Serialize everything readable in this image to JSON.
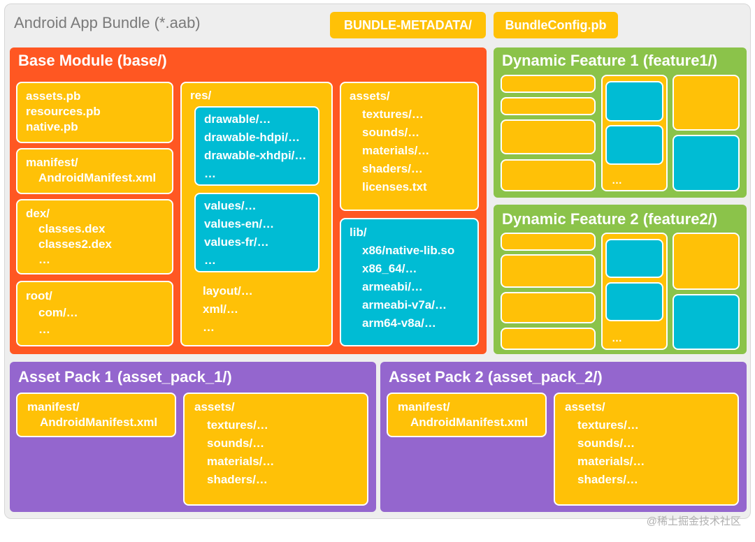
{
  "bundle": {
    "title": "Android App Bundle (*.aab)",
    "tags": [
      "BUNDLE-METADATA/",
      "BundleConfig.pb"
    ]
  },
  "base": {
    "title": "Base Module (base/)",
    "files": [
      "assets.pb",
      "resources.pb",
      "native.pb"
    ],
    "manifest": [
      "manifest/",
      "AndroidManifest.xml"
    ],
    "dex": [
      "dex/",
      "classes.dex",
      "classes2.dex",
      "…"
    ],
    "root": [
      "root/",
      "com/…",
      "…"
    ],
    "res": {
      "label": "res/",
      "drawable": [
        "drawable/…",
        "drawable-hdpi/…",
        "drawable-xhdpi/…",
        "…"
      ],
      "values": [
        "values/…",
        "values-en/…",
        "values-fr/…",
        "…"
      ],
      "other": [
        "layout/…",
        "xml/…",
        "…"
      ]
    },
    "assets": [
      "assets/",
      "textures/…",
      "sounds/…",
      "materials/…",
      "shaders/…",
      "licenses.txt"
    ],
    "lib": [
      "lib/",
      "x86/native-lib.so",
      "x86_64/…",
      "armeabi/…",
      "armeabi-v7a/…",
      "arm64-v8a/…"
    ]
  },
  "feature1": {
    "title": "Dynamic Feature 1 (feature1/)",
    "ellipsis": "…"
  },
  "feature2": {
    "title": "Dynamic Feature 2 (feature2/)",
    "ellipsis": "…"
  },
  "pack1": {
    "title": "Asset Pack 1 (asset_pack_1/)",
    "manifest": [
      "manifest/",
      "AndroidManifest.xml"
    ],
    "assets": [
      "assets/",
      "textures/…",
      "sounds/…",
      "materials/…",
      "shaders/…"
    ]
  },
  "pack2": {
    "title": "Asset Pack 2 (asset_pack_2/)",
    "manifest": [
      "manifest/",
      "AndroidManifest.xml"
    ],
    "assets": [
      "assets/",
      "textures/…",
      "sounds/…",
      "materials/…",
      "shaders/…"
    ]
  },
  "watermark": "@稀土掘金技术社区",
  "colors": {
    "base": "#FF5722",
    "feature": "#8BC34A",
    "pack": "#9466CE",
    "folder": "#FFC107",
    "subfolder": "#00BCD4"
  }
}
